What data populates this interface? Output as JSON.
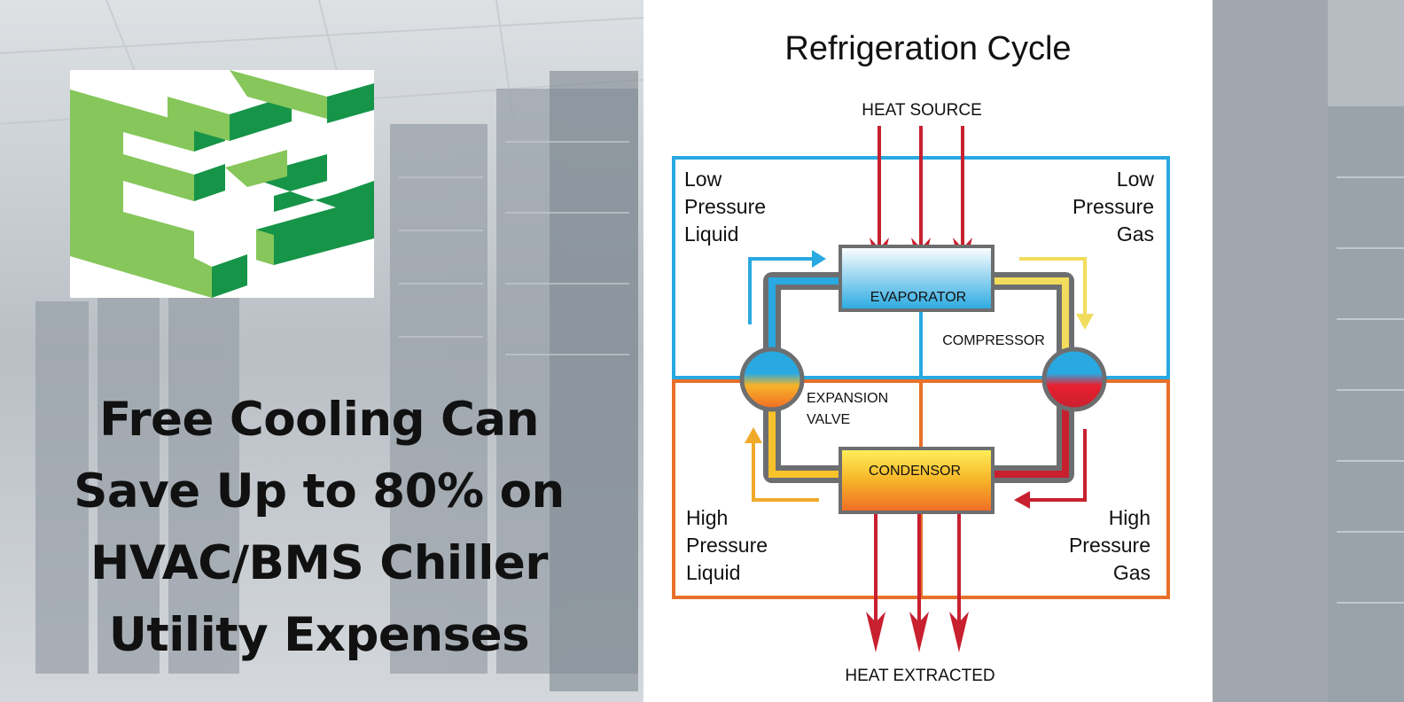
{
  "headline": {
    "lines": [
      "Free Cooling Can",
      "Save Up to 80% on",
      "HVAC/BMS Chiller",
      "Utility Expenses"
    ]
  },
  "logo": {
    "name": "ees-logo",
    "colors": {
      "light": "#86c65a",
      "dark": "#169447"
    }
  },
  "diagram": {
    "title": "Refrigeration Cycle",
    "heat_source": "HEAT SOURCE",
    "heat_extracted": "HEAT EXTRACTED",
    "evaporator": "EVAPORATOR",
    "condensor": "CONDENSOR",
    "compressor": "COMPRESSOR",
    "expansion_valve": [
      "EXPANSION",
      "VALVE"
    ],
    "low_pressure_liquid": [
      "Low",
      "Pressure",
      "Liquid"
    ],
    "low_pressure_gas": [
      "Low",
      "Pressure",
      "Gas"
    ],
    "high_pressure_liquid": [
      "High",
      "Pressure",
      "Liquid"
    ],
    "high_pressure_gas": [
      "High",
      "Pressure",
      "Gas"
    ],
    "colors": {
      "low_pressure_box": "#29a9e1",
      "high_pressure_box": "#e8702a",
      "heat_arrow": "#c8202f",
      "pipe": "#6d6e70",
      "flow_blue": "#29a9e1",
      "flow_yellow": "#f2dc5d",
      "flow_orange": "#f1a92a",
      "flow_red": "#c8202f"
    }
  }
}
